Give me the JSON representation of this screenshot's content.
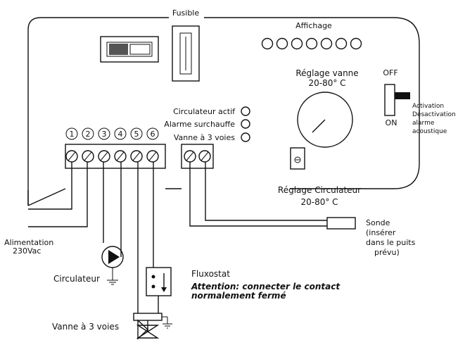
{
  "labels": {
    "fusible": "Fusible",
    "affichage": "Affichage",
    "reglage_vanne_1": "Réglage vanne",
    "reglage_vanne_2": "20-80° C",
    "off": "OFF",
    "on": "ON",
    "activation_1": "Activation",
    "activation_2": "Désactivation",
    "activation_3": "alarme",
    "activation_4": "acoustique",
    "circulateur_actif": "Circulateur actif",
    "alarme_surchauffe": "Alarme surchauffe",
    "vanne_3_voies_led": "Vanne à 3 voies",
    "reglage_circulateur_1": "Réglage Circulateur",
    "reglage_circulateur_2": "20-80° C",
    "alimentation_1": "Alimentation",
    "alimentation_2": "230Vac",
    "circulateur": "Circulateur",
    "fluxostat": "Fluxostat",
    "attention_1": "Attention: connecter le contact",
    "attention_2": "normalement fermé",
    "vanne_3_voies": "Vanne à 3 voies",
    "sonde_1": "Sonde",
    "sonde_2": "(insérer",
    "sonde_3": "dans le puits",
    "sonde_4": "prévu)"
  },
  "terminals": [
    "1",
    "2",
    "3",
    "4",
    "5",
    "6"
  ],
  "display_led_count": 7
}
